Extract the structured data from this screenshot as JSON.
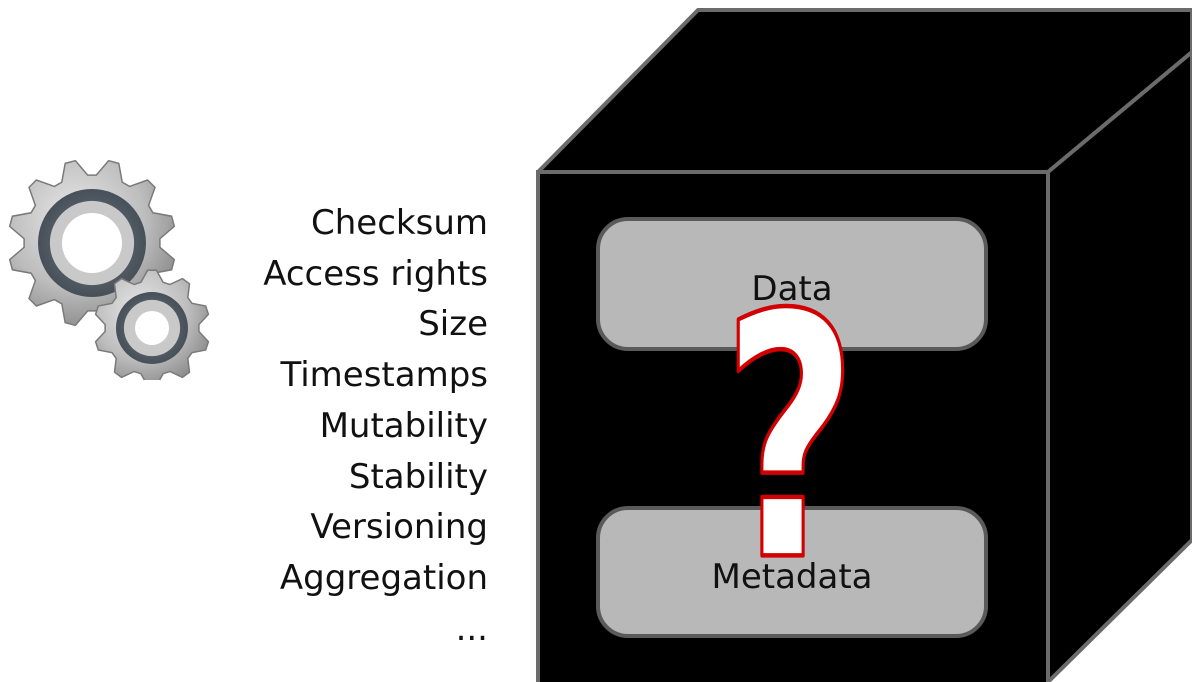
{
  "properties": [
    "Checksum",
    "Access rights",
    "Size",
    "Timestamps",
    "Mutability",
    "Stability",
    "Versioning",
    "Aggregation",
    "..."
  ],
  "box": {
    "data_label": "Data",
    "metadata_label": "Metadata",
    "unknown_mark": "?"
  },
  "icons": {
    "gears": "gears-icon"
  },
  "colors": {
    "cube": "#000000",
    "cube_edge": "#6b6b6b",
    "slot": "#b8b8b8",
    "slot_border": "#5a5a5a",
    "question_stroke": "#d20000",
    "question_fill": "#ffffff"
  }
}
